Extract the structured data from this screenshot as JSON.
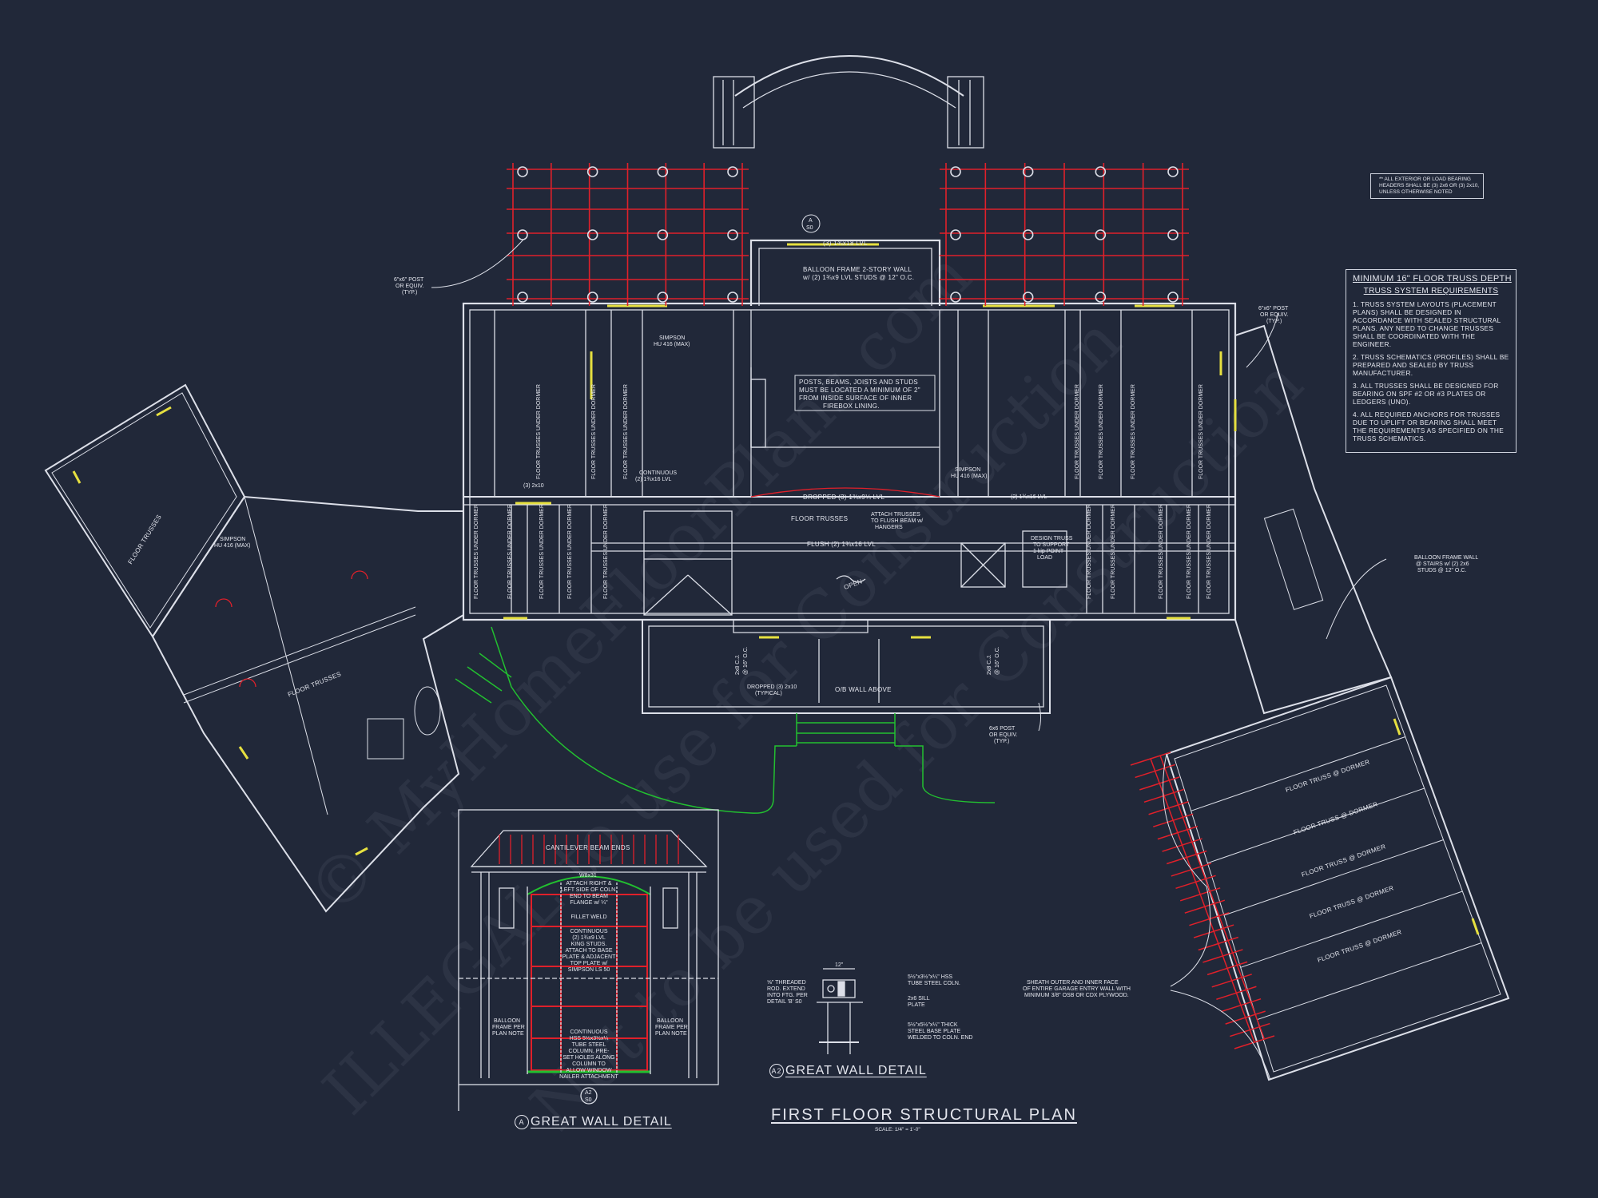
{
  "sheet": {
    "title": "FIRST FLOOR STRUCTURAL PLAN",
    "scale": "SCALE: 1/4\" = 1'-0\"",
    "background_color": "#212839",
    "line_color": "#dcdfe8",
    "framing_color": "#e0202a",
    "header_color": "#e6e040",
    "site_color": "#22c030"
  },
  "watermark": [
    "© MyHomeFloorPlans.com",
    "ILLEGAL to use for Construction",
    "Not to be used for Construction"
  ],
  "header_note": "** ALL EXTERIOR OR LOAD BEARING HEADERS SHALL BE (3) 2x6 OR (3) 2x10, UNLESS OTHERWISE NOTED",
  "truss_notes": {
    "heading": "MINIMUM 16\" FLOOR TRUSS DEPTH",
    "subheading": "TRUSS SYSTEM REQUIREMENTS",
    "items": [
      "1. TRUSS SYSTEM LAYOUTS (PLACEMENT PLANS) SHALL BE DESIGNED IN ACCORDANCE WITH SEALED STRUCTURAL PLANS. ANY NEED TO CHANGE TRUSSES SHALL BE COORDINATED WITH THE ENGINEER.",
      "2. TRUSS SCHEMATICS (PROFILES) SHALL BE PREPARED AND SEALED BY TRUSS MANUFACTURER.",
      "3. ALL TRUSSES SHALL BE DESIGNED FOR BEARING ON SPF #2 OR #3 PLATES OR LEDGERS (UNO).",
      "4. ALL REQUIRED ANCHORS FOR TRUSSES DUE TO UPLIFT OR BEARING SHALL MEET THE REQUIREMENTS AS SPECIFIED ON THE TRUSS SCHEMATICS."
    ]
  },
  "plan_labels": {
    "top_header": "(3) 1¾x18 LVL",
    "balloon_wall": "BALLOON FRAME 2-STORY WALL",
    "balloon_wall_2": "w/ (2) 1¾x9 LVL STUDS @ 12\" O.C.",
    "firebox_note": [
      "POSTS, BEAMS, JOISTS AND STUDS",
      "MUST BE LOCATED A MINIMUM OF 2\"",
      "FROM INSIDE SURFACE OF INNER",
      "FIREBOX LINING."
    ],
    "dropped_beam": "DROPPED (3) 1¾x9¼ LVL",
    "floor_trusses": "FLOOR TRUSSES",
    "attach_trusses": [
      "ATTACH TRUSSES",
      "TO FLUSH BEAM w/",
      "HANGERS"
    ],
    "flush_beam": "FLUSH (2) 1¾x16 LVL",
    "open": "OPEN",
    "design_truss": [
      "DESIGN TRUSS",
      "TO SUPPORT",
      "1 kip POINT",
      "LOAD"
    ],
    "dropped_porch": [
      "DROPPED (3) 2x10",
      "(TYPICAL)"
    ],
    "ob_wall": "O/B WALL ABOVE",
    "post_porch": [
      "6x6 POST",
      "OR EQUIV.",
      "(TYP.)"
    ],
    "post_left": [
      "6\"x6\" POST",
      "OR EQUIV.",
      "(TYP.)"
    ],
    "post_right": [
      "6\"x6\" POST",
      "OR EQUIV.",
      "(TYP.)"
    ],
    "simpson": [
      "SIMPSON",
      "HU 416 (MAX)"
    ],
    "continuous": [
      "CONTINUOUS",
      "(2) 1¾x16 LVL"
    ],
    "lvl_2x10": "(3) 2x10",
    "lvl_16": "(2) 1¾x16 LVL",
    "stair_wall": [
      "BALLOON FRAME WALL",
      "@ STAIRS w/ (2) 2x6",
      "STUDS @ 12\" O.C."
    ],
    "truss_under_dormer": "FLOOR TRUSSES UNDER DORMER",
    "truss_dormer": "FLOOR TRUSS @ DORMER",
    "garage_sheath": [
      "SHEATH OUTER AND INNER FACE",
      "OF ENTIRE GARAGE ENTRY WALL WITH",
      "MINIMUM 3/8\" OSB OR CDX PLYWOOD."
    ],
    "cj": [
      "2x8 C.J.",
      "@ 16\" O.C."
    ],
    "section_marker": [
      "A",
      "S0"
    ]
  },
  "detail_a": {
    "title": "GREAT WALL DETAIL",
    "bubble": "A",
    "cantilever": "CANTILEVER BEAM ENDS",
    "beam": "W8x31",
    "notes": [
      [
        "ATTACH RIGHT &",
        "LEFT SIDE OF COLN.",
        "END TO BEAM",
        "FLANGE w/ ¼\""
      ],
      [
        "FILLET WELD"
      ],
      [
        "CONTINUOUS",
        "(2) 1¾x9 LVL",
        "KING STUDS.",
        "ATTACH TO BASE",
        "PLATE & ADJACENT",
        "TOP PLATE w/",
        "SIMPSON LS 50"
      ],
      [
        "CONTINUOUS",
        "HSS 5½x3½x¼",
        "TUBE STEEL",
        "COLUMN. PRE-",
        "SET HOLES ALONG",
        "COLUMN TO",
        "ALLOW WINDOW",
        "NAILER ATTACHMENT"
      ]
    ],
    "balloon": [
      "BALLOON",
      "FRAME PER",
      "PLAN NOTE"
    ],
    "section_marker": [
      "A2",
      "S0"
    ]
  },
  "detail_a2": {
    "title": "GREAT WALL DETAIL",
    "bubble": "A2",
    "dim": "12\"",
    "notes": [
      [
        "⅝\" THREADED",
        "ROD. EXTEND",
        "INTO FTG. PER",
        "DETAIL 'B' S0"
      ],
      [
        "5½\"x3½\"x¼\" HSS",
        "TUBE STEEL COLN."
      ],
      [
        "2x6 SILL",
        "PLATE"
      ],
      [
        "5½\"x5½\"x¼\" THICK",
        "STEEL BASE PLATE",
        "WELDED TO COLN. END"
      ]
    ]
  }
}
